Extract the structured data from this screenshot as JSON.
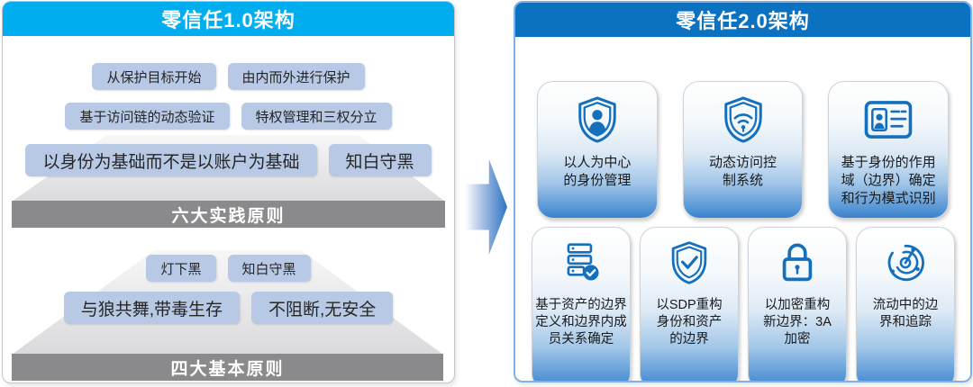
{
  "left_panel": {
    "title": "零信任1.0架构",
    "practice_section": {
      "row1": [
        "从保护目标开始",
        "由内而外进行保护"
      ],
      "row2": [
        "基于访问链的动态验证",
        "特权管理和三权分立"
      ],
      "row3": [
        "以身份为基础而不是以账户为基础",
        "知白守黑"
      ],
      "bar_label": "六大实践原则"
    },
    "basic_section": {
      "row1": [
        "灯下黑",
        "知白守黑"
      ],
      "row2": [
        "与狼共舞,带毒生存",
        "不阻断,无安全"
      ],
      "bar_label": "四大基本原则"
    }
  },
  "right_panel": {
    "title": "零信任2.0架构",
    "cards_row1": [
      {
        "icon": "shield-person-icon",
        "label": "以人为中心\n的身份管理"
      },
      {
        "icon": "shield-wifi-icon",
        "label": "动态访问控\n制系统"
      },
      {
        "icon": "id-card-icon",
        "label": "基于身份的作用\n域（边界）确定\n和行为模式识别"
      }
    ],
    "cards_row2": [
      {
        "icon": "server-check-icon",
        "label": "基于资产的边界\n定义和边界内成\n员关系确定"
      },
      {
        "icon": "shield-check-icon",
        "label": "以SDP重构\n身份和资产\n的边界"
      },
      {
        "icon": "lock-icon",
        "label": "以加密重构\n新边界：3A\n加密"
      },
      {
        "icon": "radar-icon",
        "label": "流动中的边\n界和追踪"
      }
    ]
  },
  "colors": {
    "left_header": "#00AEEF",
    "right_header": "#0B72C1",
    "pill_bg": "#B7C9E5",
    "bar_bg": "#8A8A8C",
    "icon_blue": "#1470BD",
    "card_blue": "#4A8ED2",
    "arrow_blue": "#2E74C4"
  }
}
